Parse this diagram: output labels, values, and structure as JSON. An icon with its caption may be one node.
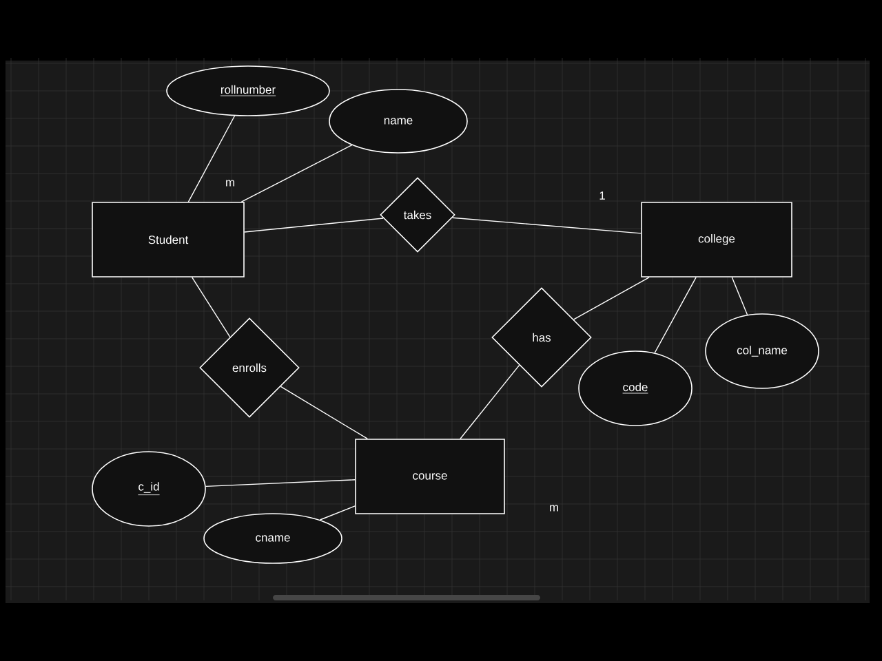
{
  "diagram": {
    "nodes": [
      {
        "text": [
          "rollnumber"
        ]
      },
      {
        "text": [
          "name"
        ]
      },
      {
        "text": [
          "Student"
        ]
      },
      {
        "text": [
          "takes"
        ]
      },
      {
        "text": [
          "college"
        ]
      },
      {
        "text": [
          "has"
        ]
      },
      {
        "text": [
          "enrolls"
        ]
      },
      {
        "text": [
          "code"
        ]
      },
      {
        "text": [
          "col_name"
        ]
      },
      {
        "text": [
          "course"
        ]
      },
      {
        "text": [
          "c_id"
        ]
      },
      {
        "text": [
          "cname"
        ]
      }
    ],
    "edges": [
      {
        "from": 2,
        "to": 0,
        "arrow": "none"
      },
      {
        "from": 2,
        "to": 1,
        "arrow": "none"
      },
      {
        "from": 2,
        "to": 3,
        "arrow": "none"
      },
      {
        "from": 3,
        "to": 4,
        "arrow": "none"
      },
      {
        "from": 2,
        "to": 6,
        "arrow": "none"
      },
      {
        "from": 6,
        "to": 9,
        "arrow": "none"
      },
      {
        "from": 9,
        "to": 5,
        "arrow": "none"
      },
      {
        "from": 5,
        "to": 4,
        "arrow": "none"
      },
      {
        "from": 4,
        "to": 7,
        "arrow": "none"
      },
      {
        "from": 4,
        "to": 8,
        "arrow": "none"
      },
      {
        "from": 9,
        "to": 10,
        "arrow": "none"
      },
      {
        "from": 9,
        "to": 11,
        "arrow": "none"
      }
    ],
    "labels": [
      "m",
      "1",
      "m"
    ]
  }
}
